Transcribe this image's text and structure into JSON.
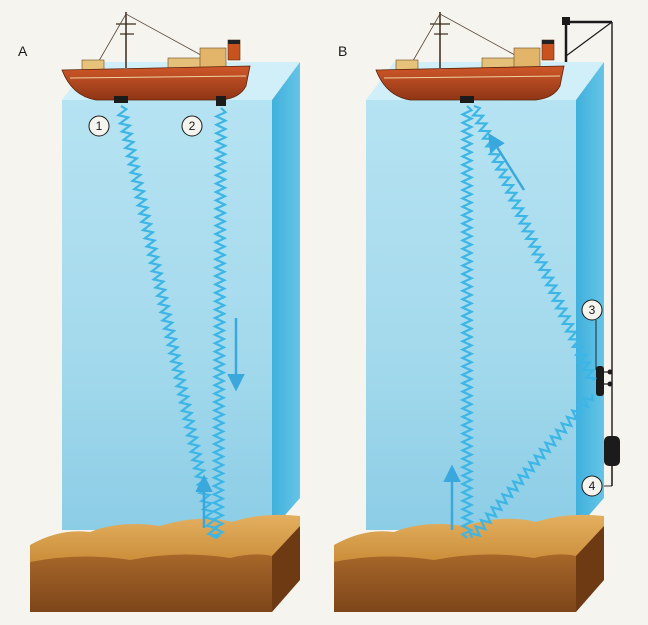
{
  "panels": [
    {
      "id": "A",
      "letter": "A",
      "labels": [
        {
          "id": "1",
          "text": "1"
        },
        {
          "id": "2",
          "text": "2"
        }
      ]
    },
    {
      "id": "B",
      "letter": "B",
      "labels": [
        {
          "id": "3",
          "text": "3"
        },
        {
          "id": "4",
          "text": "4"
        }
      ]
    }
  ],
  "colors": {
    "water_front": "#a7dcee",
    "water_side": "#4fb7e0",
    "water_top": "#c9ecf6",
    "seabed_top": "#d9a24a",
    "seabed_front": "#9a5a22",
    "hull": "#b5461e",
    "wave": "#35b4e6",
    "arrow": "#3aa8dd"
  }
}
